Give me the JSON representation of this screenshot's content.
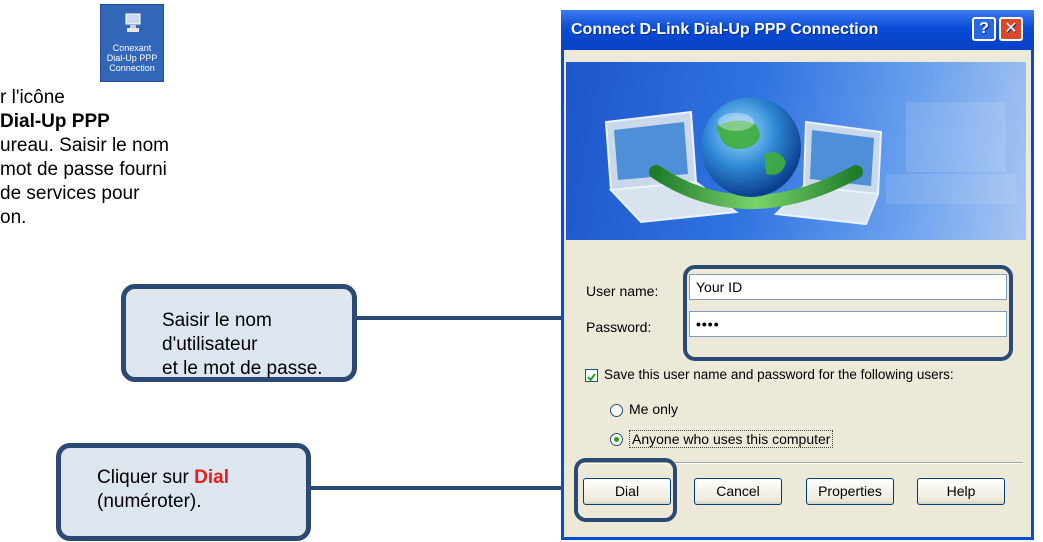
{
  "instructions": {
    "line1": "r l'icône",
    "line2": "Dial-Up PPP",
    "line3": "ureau. Saisir le nom",
    "line4": "mot de passe fourni",
    "line5": "de services pour",
    "line6": "on.",
    "desktop_icon": {
      "label_line1": "Conexant",
      "label_line2": "Dial-Up PPP",
      "label_line3": "Connection"
    }
  },
  "callouts": {
    "credentials": {
      "line1": "Saisir le nom d'utilisateur",
      "line2": "et le mot de passe."
    },
    "dial": {
      "prefix": "Cliquer sur ",
      "highlight": "Dial",
      "line2": "(numéroter)."
    }
  },
  "dialog": {
    "title": "Connect D-Link Dial-Up PPP Connection",
    "help_label": "?",
    "close_label": "✕",
    "username_label": "User name:",
    "username_value": "Your ID",
    "password_label": "Password:",
    "password_value": "••••",
    "save_label": "Save this user name and password for the following users:",
    "save_checked": true,
    "options": [
      {
        "label": "Me only",
        "selected": false
      },
      {
        "label": "Anyone who uses this computer",
        "selected": true
      }
    ],
    "buttons": {
      "dial": "Dial",
      "cancel": "Cancel",
      "properties": "Properties",
      "help": "Help"
    }
  },
  "colors": {
    "titlebar": "#0a4bd6",
    "callout_border": "#2a4a73",
    "callout_fill": "#dde5ee",
    "highlight_red": "#e0201b"
  }
}
